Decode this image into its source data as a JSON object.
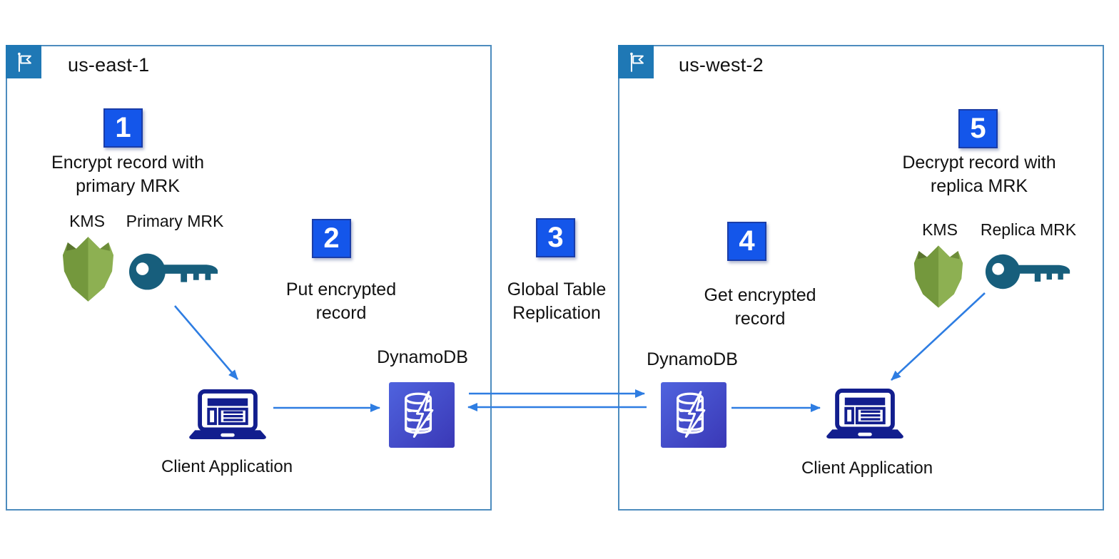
{
  "regions": {
    "east": {
      "name": "us-east-1"
    },
    "west": {
      "name": "us-west-2"
    }
  },
  "steps": [
    {
      "num": "1",
      "line1": "Encrypt record with",
      "line2": "primary MRK"
    },
    {
      "num": "2",
      "line1": "Put encrypted",
      "line2": "record"
    },
    {
      "num": "3",
      "line1": "Global Table",
      "line2": "Replication"
    },
    {
      "num": "4",
      "line1": "Get encrypted",
      "line2": "record"
    },
    {
      "num": "5",
      "line1": "Decrypt record with",
      "line2": "replica MRK"
    }
  ],
  "labels": {
    "kms": "KMS",
    "primary_mrk": "Primary MRK",
    "replica_mrk": "Replica MRK",
    "dynamodb": "DynamoDB",
    "client_application": "Client Application"
  },
  "icons": {
    "region": "flag-icon",
    "kms": "shield-icon",
    "mrk": "key-icon",
    "dynamodb": "database-lightning-icon",
    "client": "laptop-icon",
    "flow": "arrow"
  },
  "colors": {
    "background": "#ffffff",
    "text": "#111111",
    "region_border": "#4d8cbe",
    "region_flag_bg": "#1f78b5",
    "step_badge": "#1456ea",
    "arrow": "#2e7de2",
    "client_navy": "#121e8e",
    "key_teal": "#175e7c",
    "kms_shield_light": "#8db052",
    "kms_shield_dark": "#74983d",
    "dynamodb_gradient_start": "#4f63de",
    "dynamodb_gradient_end": "#3a38b6"
  }
}
